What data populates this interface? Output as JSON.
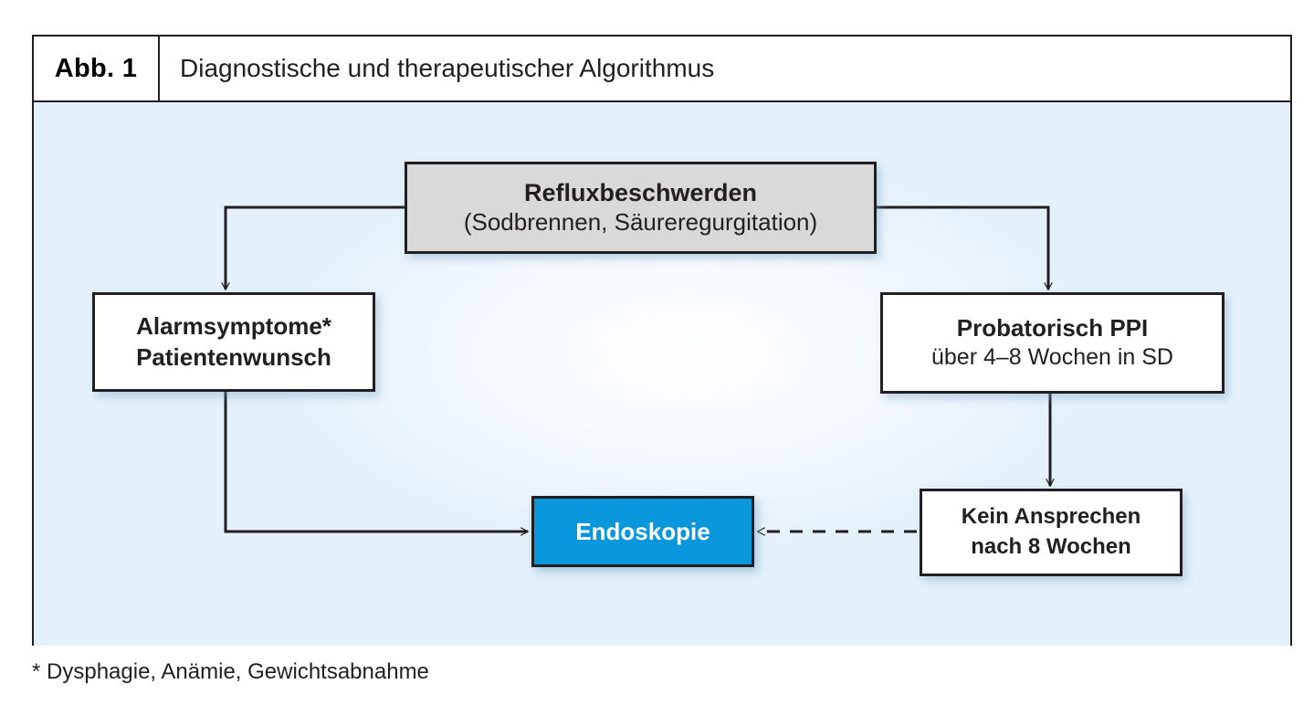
{
  "figure": {
    "number_label": "Abb. 1",
    "title": "Diagnostische und therapeutischer Algorithmus",
    "footnote": "* Dysphagie, Anämie, Gewichtsabnahme"
  },
  "colors": {
    "canvas_background": "#e4f1fb",
    "node_gray": "#d9d9d9",
    "node_white": "#ffffff",
    "accent_blue": "#0b97db",
    "stroke": "#231f20",
    "text_on_accent": "#ffffff"
  },
  "nodes": {
    "reflux": {
      "line_1": "Refluxbeschwerden",
      "line_2": "(Sodbrennen, Säureregurgitation)"
    },
    "alarm": {
      "line_1": "Alarmsymptome*",
      "line_2": "Patientenwunsch"
    },
    "ppi": {
      "line_1": "Probatorisch PPI",
      "line_2": "über 4–8 Wochen in SD"
    },
    "nonresponse": {
      "line_1": "Kein Ansprechen",
      "line_2": "nach 8 Wochen"
    },
    "endoscopy": {
      "label": "Endoskopie"
    }
  },
  "edges": [
    {
      "id": "reflux-to-alarm",
      "from": "reflux",
      "to": "alarm",
      "style": "solid",
      "arrow": "down"
    },
    {
      "id": "reflux-to-ppi",
      "from": "reflux",
      "to": "ppi",
      "style": "solid",
      "arrow": "down"
    },
    {
      "id": "alarm-to-endoscopy",
      "from": "alarm",
      "to": "endoscopy",
      "style": "solid",
      "arrow": "right"
    },
    {
      "id": "ppi-to-nonresponse",
      "from": "ppi",
      "to": "nonresponse",
      "style": "solid",
      "arrow": "down"
    },
    {
      "id": "nonresponse-to-endoscopy",
      "from": "nonresponse",
      "to": "endoscopy",
      "style": "dashed",
      "arrow": "left"
    }
  ]
}
